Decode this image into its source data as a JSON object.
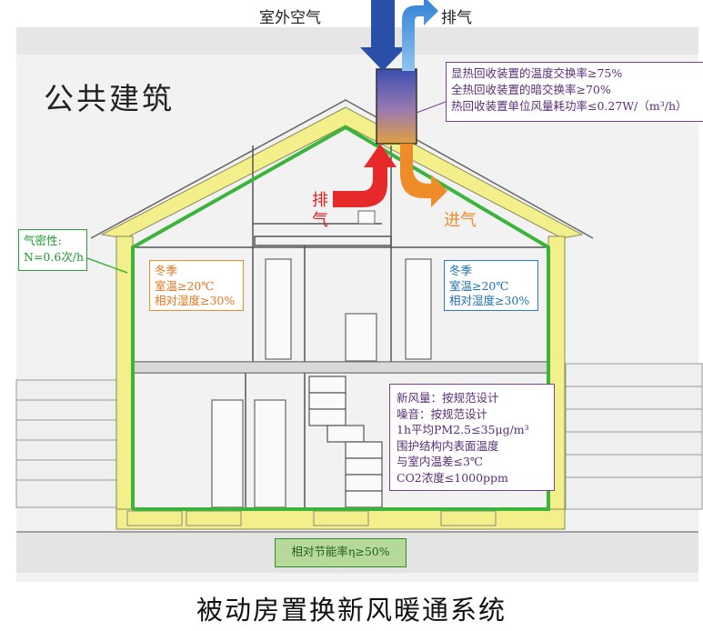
{
  "labels": {
    "outdoor_air": "室外空气",
    "exhaust_top": "排气",
    "public_building": "公共建筑",
    "exhaust_inner": "排气",
    "supply_air": "进气",
    "caption": "被动房置换新风暖通系统"
  },
  "hrv_spec": {
    "lines": [
      "显热回收装置的温度交换率≥75%",
      "全热回收装置的暗交换率≥70%",
      "热回收装置单位风量耗功率≤0.27W/（m³/h）"
    ]
  },
  "airtightness": {
    "lines": [
      "气密性:",
      "N=0.6次/h"
    ]
  },
  "winter_left": {
    "lines": [
      "冬季",
      "室温≥20℃",
      "相对湿度≥30%"
    ]
  },
  "winter_right": {
    "lines": [
      "冬季",
      "室温≥20℃",
      "相对湿度≥30%"
    ]
  },
  "fresh_air": {
    "lines": [
      "新风量：按规范设计",
      "噪音：按规范设计",
      "1h平均PM2.5≤35μg/m³",
      "围护结构内表面温度",
      "与室内温差≤3℃",
      "CO2浓度≤1000ppm"
    ]
  },
  "energy_saving": "相对节能率η≥50%",
  "colors": {
    "insulation": "#f3ef8a",
    "airtight_line": "#3cb43c",
    "exhaust_arrow": "#e62a2a",
    "supply_arrow": "#f08c28",
    "intake_arrow": "#2a4fa8",
    "top_exhaust_arrow": "#2e7fd0"
  }
}
